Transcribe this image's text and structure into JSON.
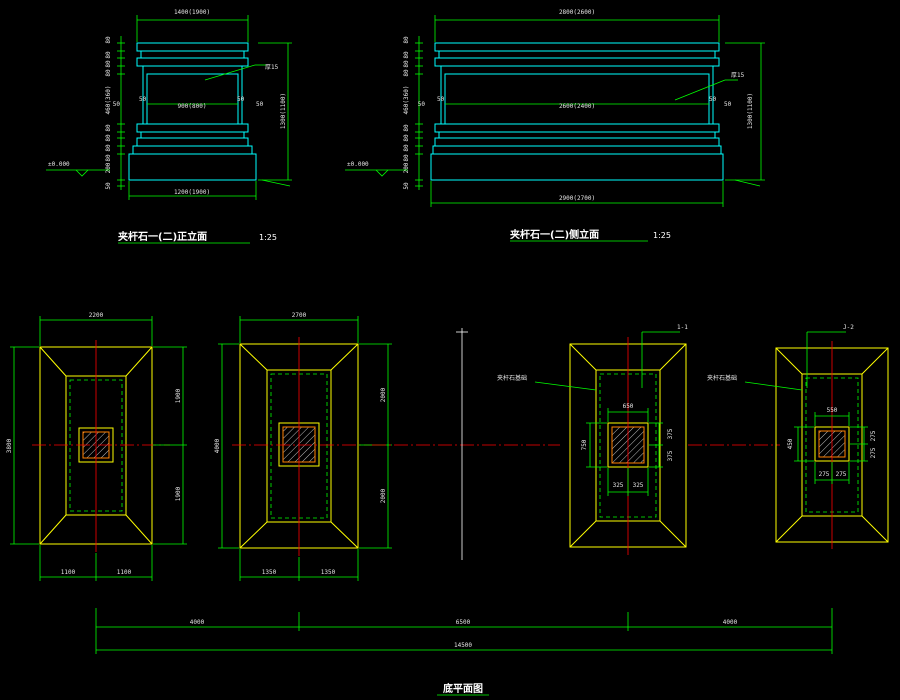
{
  "colors": {
    "background": "#000000",
    "elevation": "#00ffff",
    "dimension": "#00ff00",
    "plan_outline": "#ffff00",
    "center_line": "#ff0000",
    "column_fill": "#ff8000",
    "text": "#ffffff"
  },
  "front_view": {
    "top_width": "1400(1900)",
    "bottom_width": "1200(1900)",
    "inner_width": "900(800)",
    "left_dims": [
      "80",
      "80",
      "80",
      "80",
      "460(360)",
      "80",
      "80",
      "80",
      "80",
      "200",
      "50"
    ],
    "right_height": "1300(1100)",
    "small_dims": [
      "50",
      "50",
      "50",
      "50"
    ],
    "leader_label": "厚15",
    "level": "±0.000",
    "title": "夹杆石一(二)正立面",
    "scale": "1:25"
  },
  "side_view": {
    "top_width": "2800(2600)",
    "bottom_width": "2900(2700)",
    "inner_width": "2600(2400)",
    "left_dims": [
      "80",
      "80",
      "80",
      "80",
      "460(360)",
      "80",
      "80",
      "80",
      "80",
      "200",
      "50"
    ],
    "right_height": "1300(1100)",
    "small_dims": [
      "50",
      "50",
      "50",
      "50"
    ],
    "leader_label": "厚15",
    "level": "±0.000",
    "title": "夹杆石一(二)侧立面",
    "scale": "1:25"
  },
  "plan": {
    "p1": {
      "top_width": "2200",
      "height": "3800",
      "right_top": "1900",
      "right_bottom": "1900",
      "bottom_left": "1100",
      "bottom_right": "1100"
    },
    "p2": {
      "top_width": "2700",
      "height": "4000",
      "right_top": "2000",
      "right_bottom": "2000",
      "bottom_left": "1350",
      "bottom_right": "1350"
    },
    "p3": {
      "tag": "1-1",
      "note": "夹杆石基础",
      "col_width": "650",
      "col_height": "750",
      "right_a": "375",
      "right_b": "375",
      "bottom_a": "325",
      "bottom_b": "325"
    },
    "p4": {
      "tag": "J-2",
      "note": "夹杆石基础",
      "col_width": "550",
      "col_height": "450",
      "right_a": "275",
      "right_b": "275",
      "bottom_a": "275",
      "bottom_b": "275"
    },
    "overall": {
      "seg1": "4000",
      "seg2": "6500",
      "seg3": "4000",
      "total": "14500"
    },
    "title": "底平面图"
  }
}
